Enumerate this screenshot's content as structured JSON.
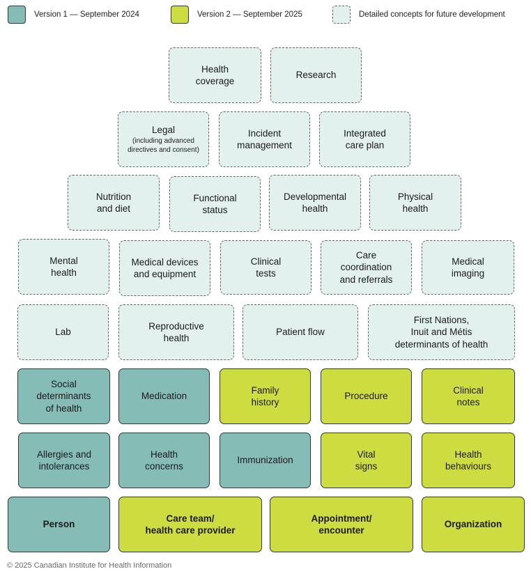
{
  "legend": [
    {
      "label": "Version 1 — September 2024",
      "kind": "v1"
    },
    {
      "label": "Version 2 — September 2025",
      "kind": "v2"
    },
    {
      "label": "Detailed concepts for future development",
      "kind": "future"
    }
  ],
  "colors": {
    "version1": "#86bcb6",
    "version2": "#cddd41",
    "future": "#e3f1ee",
    "border": "#2e3b3a"
  },
  "rows": [
    {
      "boxes": [
        {
          "label": "Health\ncoverage",
          "kind": "future"
        },
        {
          "label": "Research",
          "kind": "future"
        }
      ]
    },
    {
      "boxes": [
        {
          "label": "Legal",
          "sublabel": "(including advanced\ndirectives and consent)",
          "kind": "future"
        },
        {
          "label": "Incident\nmanagement",
          "kind": "future"
        },
        {
          "label": "Integrated\ncare plan",
          "kind": "future"
        }
      ]
    },
    {
      "boxes": [
        {
          "label": "Nutrition\nand diet",
          "kind": "future"
        },
        {
          "label": "Functional\nstatus",
          "kind": "future"
        },
        {
          "label": "Developmental\nhealth",
          "kind": "future"
        },
        {
          "label": "Physical\nhealth",
          "kind": "future"
        }
      ]
    },
    {
      "boxes": [
        {
          "label": "Mental\nhealth",
          "kind": "future"
        },
        {
          "label": "Medical devices\nand equipment",
          "kind": "future"
        },
        {
          "label": "Clinical\ntests",
          "kind": "future"
        },
        {
          "label": "Care\ncoordination\nand referrals",
          "kind": "future"
        },
        {
          "label": "Medical\nimaging",
          "kind": "future"
        }
      ]
    },
    {
      "boxes": [
        {
          "label": "Lab",
          "kind": "future"
        },
        {
          "label": "Reproductive\nhealth",
          "kind": "future"
        },
        {
          "label": "Patient flow",
          "kind": "future"
        },
        {
          "label": "First Nations,\nInuit and Métis\ndeterminants of health",
          "kind": "future"
        }
      ]
    },
    {
      "boxes": [
        {
          "label": "Social\ndeterminants\nof health",
          "kind": "v1"
        },
        {
          "label": "Medication",
          "kind": "v1"
        },
        {
          "label": "Family\nhistory",
          "kind": "v2"
        },
        {
          "label": "Procedure",
          "kind": "v2"
        },
        {
          "label": "Clinical\nnotes",
          "kind": "v2"
        }
      ]
    },
    {
      "boxes": [
        {
          "label": "Allergies and\nintolerances",
          "kind": "v1"
        },
        {
          "label": "Health\nconcerns",
          "kind": "v1"
        },
        {
          "label": "Immunization",
          "kind": "v1"
        },
        {
          "label": "Vital\nsigns",
          "kind": "v2"
        },
        {
          "label": "Health\nbehaviours",
          "kind": "v2"
        }
      ]
    },
    {
      "boxes": [
        {
          "label": "Person",
          "kind": "v1",
          "bold": true
        },
        {
          "label": "Care team/\nhealth care provider",
          "kind": "v2",
          "bold": true
        },
        {
          "label": "Appointment/\nencounter",
          "kind": "v2",
          "bold": true
        },
        {
          "label": "Organization",
          "kind": "v2",
          "bold": true
        }
      ]
    }
  ],
  "footer": "© 2025 Canadian Institute for Health Information"
}
